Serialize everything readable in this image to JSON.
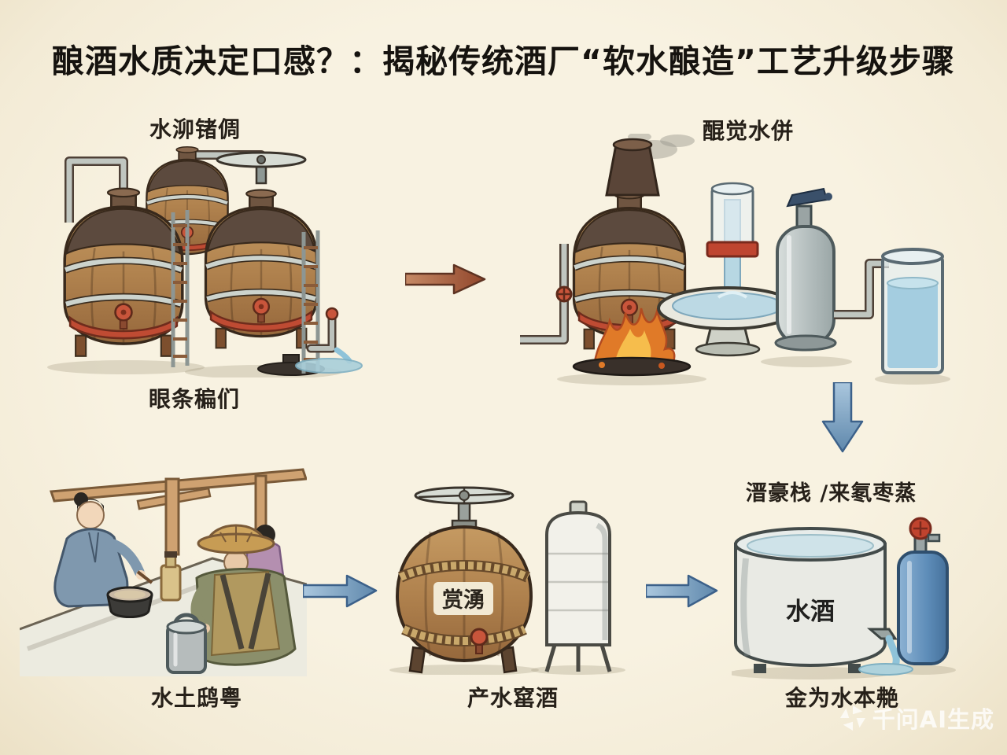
{
  "title": "酿酒水质决定口感？：揭秘传统酒厂“软水酿造”工艺升级步骤",
  "labels": {
    "source_top": "水泖锗倜",
    "source_bottom": "眼条稨们",
    "distiller": "醌觉水併",
    "soft_water_output": "溍豪栈 /来氡枣蒸",
    "blending_scene": "水土鸱粤",
    "brew_cellar": "产水窰酒",
    "finished_water": "金为水本艴"
  },
  "inline_texts": {
    "barrel_plate": "赏湧",
    "tank_front": "水酒"
  },
  "watermark": {
    "text": "千问AI生成"
  },
  "colors": {
    "background": "#f7f0dd",
    "title_text": "#16130f",
    "label_text": "#262019",
    "wood": "#b0824e",
    "wood_dark_cap": "#5c4a3e",
    "red_accent": "#bf4b33",
    "metal_grey": "#b4bebe",
    "water_blue": "#a4cde0",
    "arrow_brown": "#91462b",
    "arrow_blue": "#5f88ac",
    "flame_orange": "#e07a28",
    "blue_cylinder": "#5d8cb8"
  }
}
